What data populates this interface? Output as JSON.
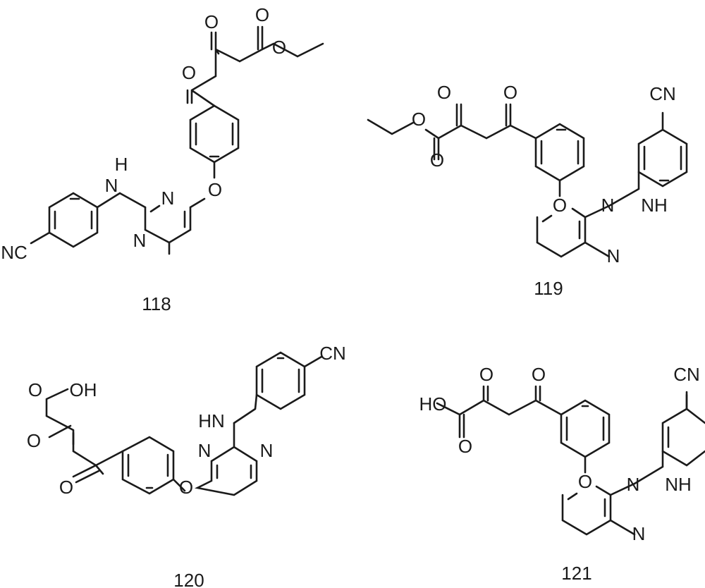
{
  "compounds": [
    {
      "id": "118",
      "labels": [
        "O",
        "O",
        "O",
        "O",
        "N",
        "N",
        "N",
        "H",
        "O",
        "N",
        "C"
      ],
      "label_texts": [
        "O",
        "O",
        "O",
        "O",
        "N",
        "N",
        "N",
        "H",
        "O",
        "NC"
      ]
    },
    {
      "id": "119",
      "labels": [
        "O",
        "O",
        "O",
        "O",
        "CN",
        "O",
        "N",
        "N",
        "N",
        "H"
      ]
    },
    {
      "id": "120",
      "labels": [
        "O",
        "OH",
        "O",
        "O",
        "CN",
        "HN",
        "N",
        "N",
        "O"
      ]
    },
    {
      "id": "121",
      "labels": [
        "O",
        "O",
        "HO",
        "O",
        "CN",
        "O",
        "N",
        "NH",
        "N"
      ]
    }
  ],
  "text": {
    "c118": {
      "caption": "118",
      "a1": "O",
      "a2": "O",
      "a3": "O",
      "a4": "O",
      "a5": "N",
      "a6": "N",
      "a7": "H",
      "a8": "N",
      "a9": "O",
      "a10": "NC"
    },
    "c119": {
      "caption": "119",
      "a1": "O",
      "a2": "O",
      "a3": "O",
      "a4": "O",
      "a5": "CN",
      "a6": "O",
      "a7": "N",
      "a8": "NH",
      "a9": "N"
    },
    "c120": {
      "caption": "120",
      "a1": "O",
      "a2": "OH",
      "a3": "O",
      "a4": "O",
      "a5": "CN",
      "a6": "HN",
      "a7": "N",
      "a8": "N",
      "a9": "O"
    },
    "c121": {
      "caption": "121",
      "a1": "O",
      "a2": "O",
      "a3": "HO",
      "a4": "O",
      "a5": "CN",
      "a6": "O",
      "a7": "N",
      "a8": "NH",
      "a9": "N"
    }
  }
}
